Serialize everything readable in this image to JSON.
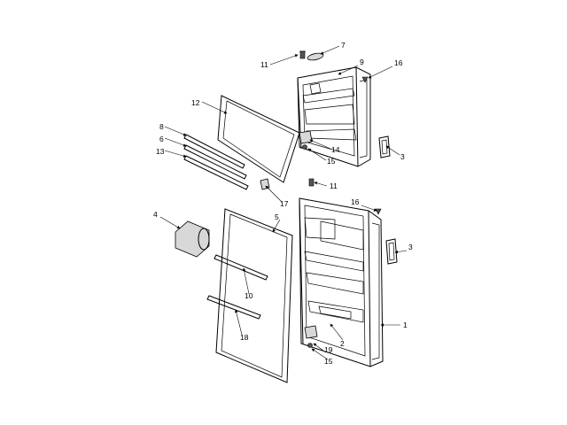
{
  "diagram": {
    "callouts": {
      "c1": "1",
      "c2": "2",
      "c3a": "3",
      "c3b": "3",
      "c4": "4",
      "c5": "5",
      "c6": "6",
      "c7": "7",
      "c8": "8",
      "c9": "9",
      "c10": "10",
      "c11a": "11",
      "c11b": "11",
      "c12": "12",
      "c13": "13",
      "c14": "14",
      "c15a": "15",
      "c15b": "15",
      "c16a": "16",
      "c16b": "16",
      "c17": "17",
      "c18": "18",
      "c19": "19"
    }
  }
}
